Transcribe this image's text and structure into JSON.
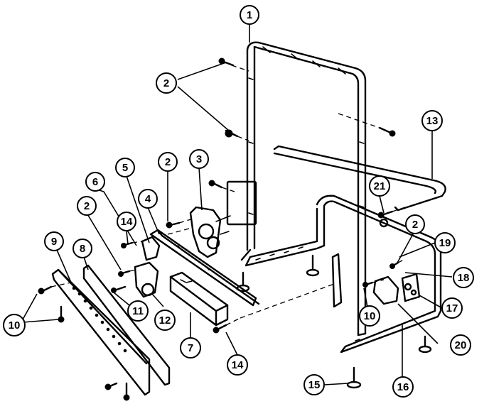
{
  "callouts": [
    {
      "id": "callout-1",
      "label": "1"
    },
    {
      "id": "callout-2a",
      "label": "2"
    },
    {
      "id": "callout-2b",
      "label": "2"
    },
    {
      "id": "callout-2c",
      "label": "2"
    },
    {
      "id": "callout-2d",
      "label": "2"
    },
    {
      "id": "callout-3",
      "label": "3"
    },
    {
      "id": "callout-4",
      "label": "4"
    },
    {
      "id": "callout-5",
      "label": "5"
    },
    {
      "id": "callout-6",
      "label": "6"
    },
    {
      "id": "callout-7",
      "label": "7"
    },
    {
      "id": "callout-8",
      "label": "8"
    },
    {
      "id": "callout-9",
      "label": "9"
    },
    {
      "id": "callout-10a",
      "label": "10"
    },
    {
      "id": "callout-10b",
      "label": "10"
    },
    {
      "id": "callout-11",
      "label": "11"
    },
    {
      "id": "callout-12",
      "label": "12"
    },
    {
      "id": "callout-13",
      "label": "13"
    },
    {
      "id": "callout-14a",
      "label": "14"
    },
    {
      "id": "callout-14b",
      "label": "14"
    },
    {
      "id": "callout-15",
      "label": "15"
    },
    {
      "id": "callout-16",
      "label": "16"
    },
    {
      "id": "callout-17",
      "label": "17"
    },
    {
      "id": "callout-18",
      "label": "18"
    },
    {
      "id": "callout-19",
      "label": "19"
    },
    {
      "id": "callout-20",
      "label": "20"
    },
    {
      "id": "callout-21",
      "label": "21"
    }
  ]
}
